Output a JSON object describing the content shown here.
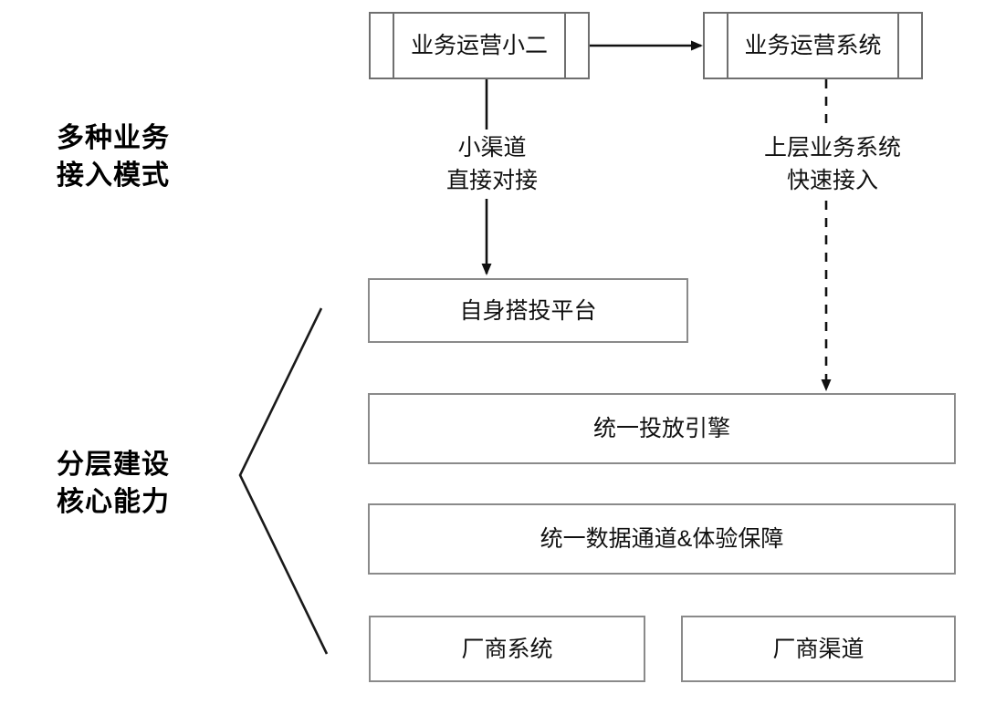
{
  "diagram": {
    "sections": [
      {
        "id": "access-modes",
        "label": "多种业务\n接入模式"
      },
      {
        "id": "layered-capability",
        "label": "分层建设\n核心能力"
      }
    ],
    "component_boxes": [
      {
        "id": "ops-staff",
        "label": "业务运营小二"
      },
      {
        "id": "ops-system",
        "label": "业务运营系统"
      }
    ],
    "boxes": [
      {
        "id": "self-build-platform",
        "label": "自身搭投平台"
      },
      {
        "id": "unified-delivery-engine",
        "label": "统一投放引擎"
      },
      {
        "id": "unified-data-channel",
        "label": "统一数据通道&体验保障"
      },
      {
        "id": "vendor-system",
        "label": "厂商系统"
      },
      {
        "id": "vendor-channel",
        "label": "厂商渠道"
      }
    ],
    "edge_notes": [
      {
        "id": "small-channel-note",
        "label": "小渠道\n直接对接",
        "style": "solid"
      },
      {
        "id": "upper-system-note",
        "label": "上层业务系统\n快速接入",
        "style": "dashed"
      }
    ],
    "colors": {
      "box_border": "#8a8a8a",
      "component_border": "#6f6f6f",
      "edge_stroke": "#111111",
      "text": "#111111",
      "background": "#ffffff"
    }
  }
}
